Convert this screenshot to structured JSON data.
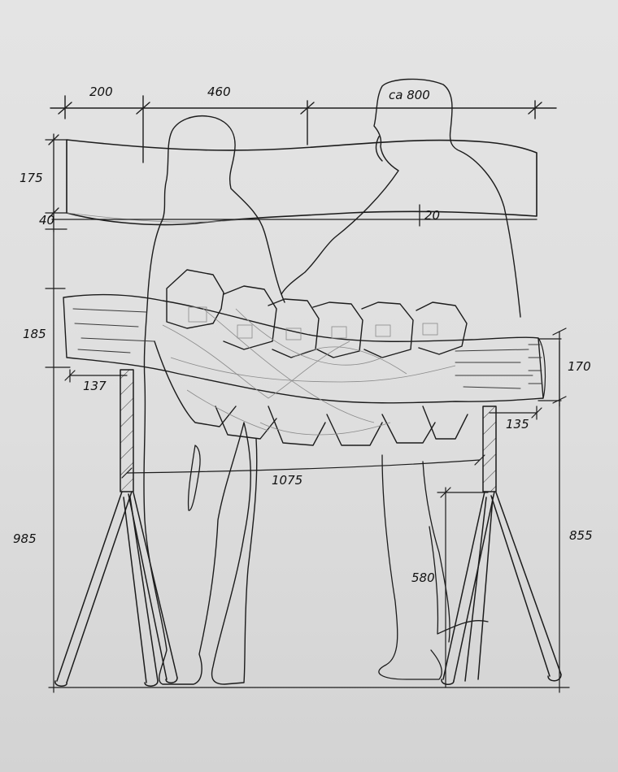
{
  "dimensions": {
    "d200": "200",
    "d460": "460",
    "ca800": "ca 800",
    "d175": "175",
    "d40": "40",
    "d20": "20",
    "d185": "185",
    "d137": "137",
    "d170": "170",
    "d135": "135",
    "d1075": "1075",
    "d985": "985",
    "d855": "855",
    "d580": "580"
  },
  "colors": {
    "ink": "#1c1c1c",
    "paper": "#e2e2e2"
  }
}
